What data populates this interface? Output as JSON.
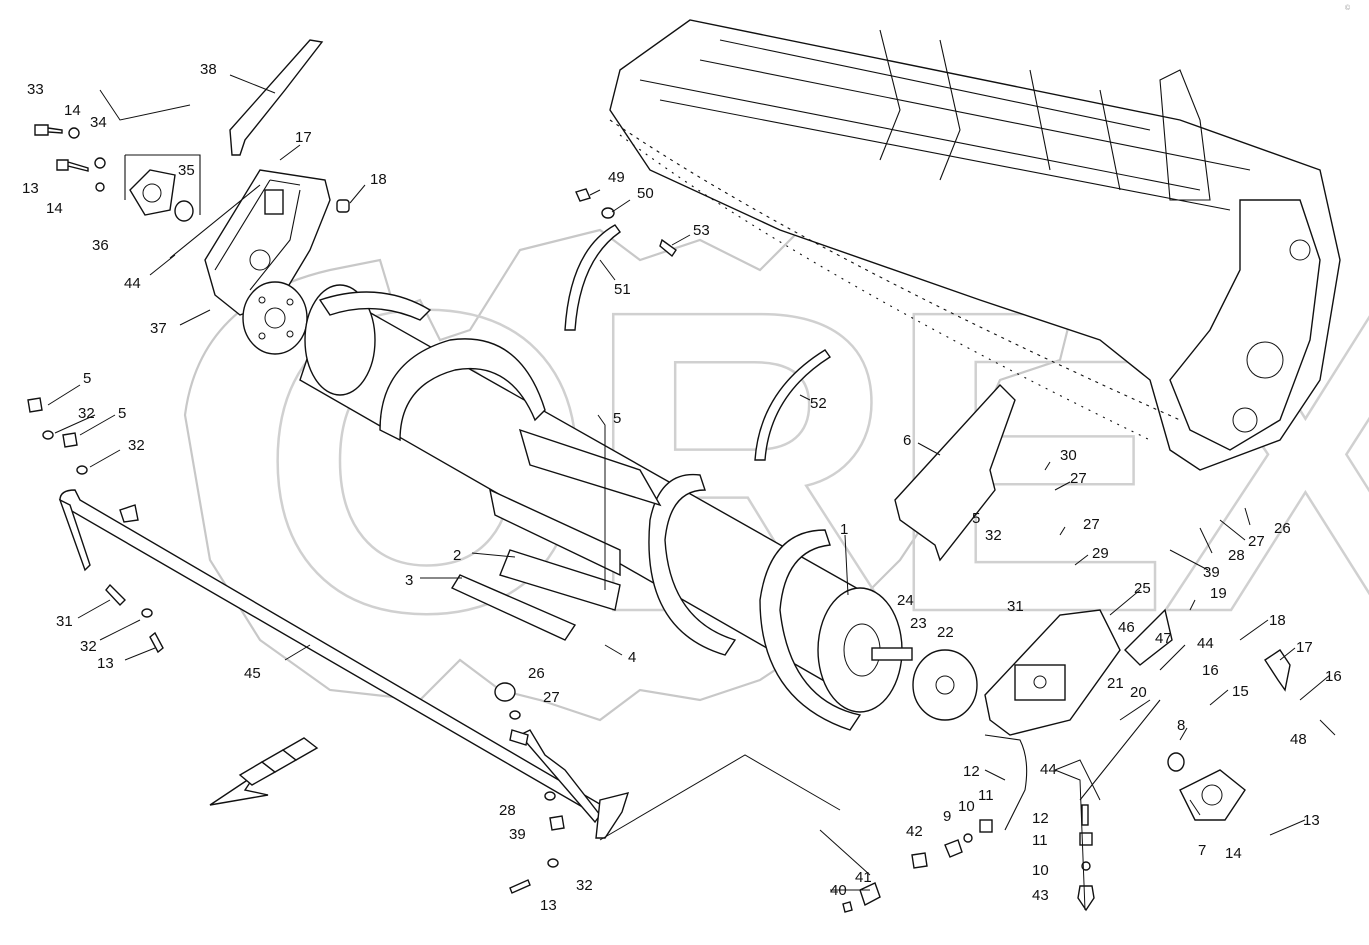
{
  "watermark": {
    "text": "OREX"
  },
  "corner_mark": "©",
  "colors": {
    "line": "#111111",
    "watermark": "#c8c8c8",
    "background": "#ffffff"
  },
  "callouts": {
    "c1": "1",
    "c2": "2",
    "c3": "3",
    "c4": "4",
    "c5a": "5",
    "c5b": "5",
    "c5c": "5",
    "c5d": "5",
    "c6": "6",
    "c7": "7",
    "c8": "8",
    "c9": "9",
    "c10a": "10",
    "c10b": "10",
    "c11a": "11",
    "c11b": "11",
    "c12a": "12",
    "c12b": "12",
    "c13a": "13",
    "c13b": "13",
    "c13c": "13",
    "c13d": "13",
    "c14a": "14",
    "c14b": "14",
    "c14c": "14",
    "c15": "15",
    "c16a": "16",
    "c16b": "16",
    "c17a": "17",
    "c17b": "17",
    "c18a": "18",
    "c18b": "18",
    "c19": "19",
    "c20": "20",
    "c21": "21",
    "c22": "22",
    "c23": "23",
    "c24": "24",
    "c25": "25",
    "c26a": "26",
    "c26b": "26",
    "c27a": "27",
    "c27b": "27",
    "c27c": "27",
    "c27d": "27",
    "c28a": "28",
    "c28b": "28",
    "c29": "29",
    "c30": "30",
    "c31a": "31",
    "c31b": "31",
    "c32a": "32",
    "c32b": "32",
    "c32c": "32",
    "c32d": "32",
    "c32e": "32",
    "c33": "33",
    "c34": "34",
    "c35": "35",
    "c36": "36",
    "c37": "37",
    "c38": "38",
    "c39a": "39",
    "c39b": "39",
    "c40": "40",
    "c41": "41",
    "c42": "42",
    "c43": "43",
    "c44a": "44",
    "c44b": "44",
    "c44c": "44",
    "c45": "45",
    "c46": "46",
    "c47": "47",
    "c48": "48",
    "c49": "49",
    "c50": "50",
    "c51": "51",
    "c52": "52",
    "c53": "53"
  }
}
